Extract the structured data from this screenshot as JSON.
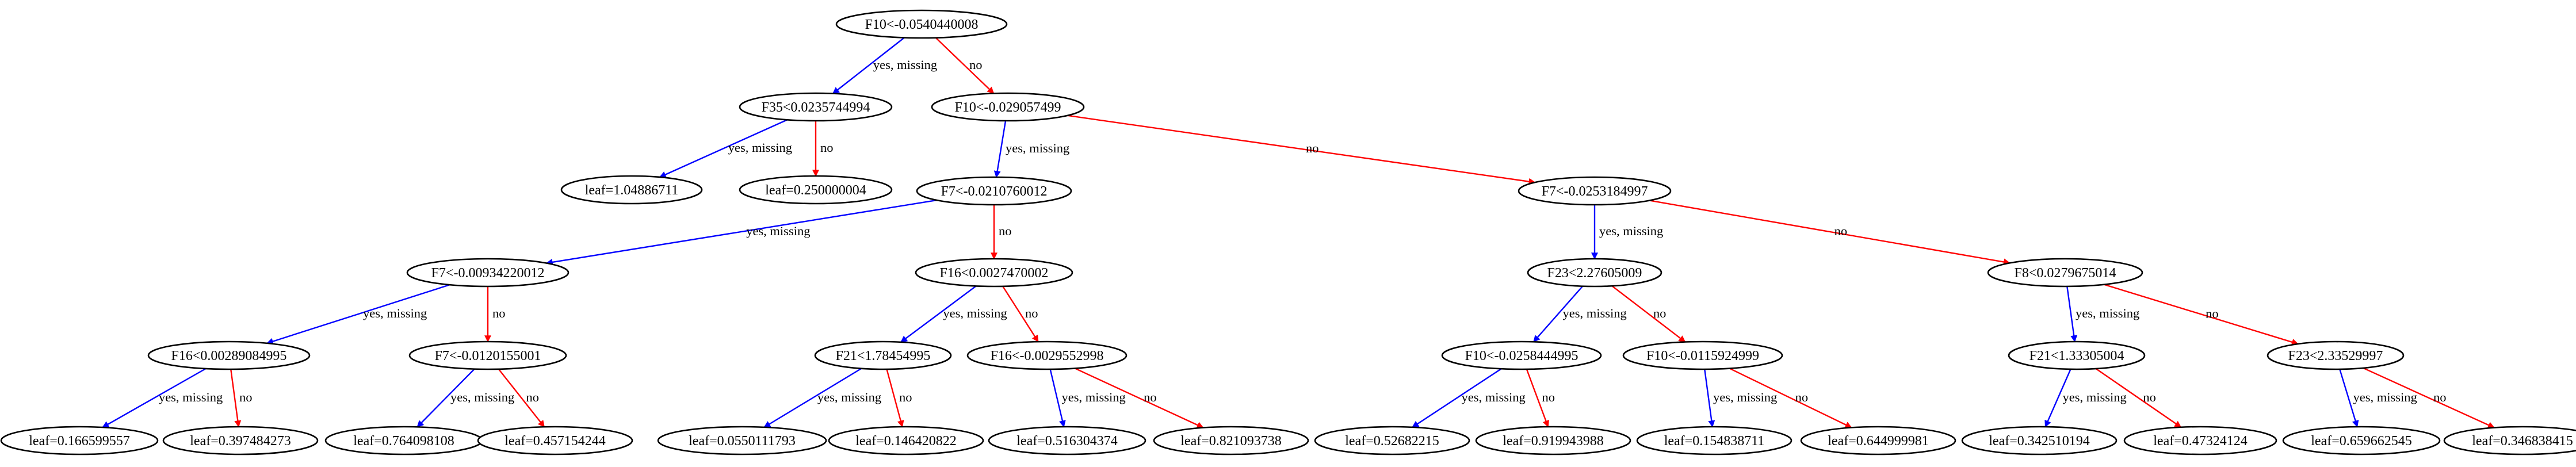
{
  "colors": {
    "yes_missing": "#0000ff",
    "no": "#ff0000",
    "node_outline": "#000000",
    "background": "#ffffff"
  },
  "edge_labels": {
    "yes_missing": "yes, missing",
    "no": "no"
  },
  "nodes": [
    {
      "id": "n0",
      "label": "F10<-0.0540440008"
    },
    {
      "id": "n1",
      "label": "F35<0.0235744994"
    },
    {
      "id": "n2",
      "label": "F10<-0.029057499"
    },
    {
      "id": "n3",
      "label": "leaf=1.04886711"
    },
    {
      "id": "n4",
      "label": "leaf=0.250000004"
    },
    {
      "id": "n5",
      "label": "F7<-0.0210760012"
    },
    {
      "id": "n6",
      "label": "F7<-0.0253184997"
    },
    {
      "id": "n7",
      "label": "F7<-0.00934220012"
    },
    {
      "id": "n8",
      "label": "F16<0.0027470002"
    },
    {
      "id": "n9",
      "label": "F23<2.27605009"
    },
    {
      "id": "n10",
      "label": "F8<0.0279675014"
    },
    {
      "id": "n11",
      "label": "F16<0.00289084995"
    },
    {
      "id": "n12",
      "label": "F7<-0.0120155001"
    },
    {
      "id": "n13",
      "label": "F21<1.78454995"
    },
    {
      "id": "n14",
      "label": "F16<-0.0029552998"
    },
    {
      "id": "n15",
      "label": "F10<-0.0258444995"
    },
    {
      "id": "n16",
      "label": "F10<-0.0115924999"
    },
    {
      "id": "n17",
      "label": "F21<1.33305004"
    },
    {
      "id": "n18",
      "label": "F23<2.33529997"
    },
    {
      "id": "n19",
      "label": "leaf=0.166599557"
    },
    {
      "id": "n20",
      "label": "leaf=0.397484273"
    },
    {
      "id": "n21",
      "label": "leaf=0.764098108"
    },
    {
      "id": "n22",
      "label": "leaf=0.457154244"
    },
    {
      "id": "n23",
      "label": "leaf=0.0550111793"
    },
    {
      "id": "n24",
      "label": "leaf=0.146420822"
    },
    {
      "id": "n25",
      "label": "leaf=0.516304374"
    },
    {
      "id": "n26",
      "label": "leaf=0.821093738"
    },
    {
      "id": "n27",
      "label": "leaf=0.52682215"
    },
    {
      "id": "n28",
      "label": "leaf=0.919943988"
    },
    {
      "id": "n29",
      "label": "leaf=0.154838711"
    },
    {
      "id": "n30",
      "label": "leaf=0.644999981"
    },
    {
      "id": "n31",
      "label": "leaf=0.342510194"
    },
    {
      "id": "n32",
      "label": "leaf=0.47324124"
    },
    {
      "id": "n33",
      "label": "leaf=0.659662545"
    },
    {
      "id": "n34",
      "label": "leaf=0.346838415"
    }
  ],
  "edges": [
    {
      "from": "n0",
      "to": "n1",
      "type": "yes_missing"
    },
    {
      "from": "n0",
      "to": "n2",
      "type": "no"
    },
    {
      "from": "n1",
      "to": "n3",
      "type": "yes_missing"
    },
    {
      "from": "n1",
      "to": "n4",
      "type": "no"
    },
    {
      "from": "n2",
      "to": "n5",
      "type": "yes_missing"
    },
    {
      "from": "n2",
      "to": "n6",
      "type": "no"
    },
    {
      "from": "n5",
      "to": "n7",
      "type": "yes_missing"
    },
    {
      "from": "n5",
      "to": "n8",
      "type": "no"
    },
    {
      "from": "n6",
      "to": "n9",
      "type": "yes_missing"
    },
    {
      "from": "n6",
      "to": "n10",
      "type": "no"
    },
    {
      "from": "n7",
      "to": "n11",
      "type": "yes_missing"
    },
    {
      "from": "n7",
      "to": "n12",
      "type": "no"
    },
    {
      "from": "n8",
      "to": "n13",
      "type": "yes_missing"
    },
    {
      "from": "n8",
      "to": "n14",
      "type": "no"
    },
    {
      "from": "n9",
      "to": "n15",
      "type": "yes_missing"
    },
    {
      "from": "n9",
      "to": "n16",
      "type": "no"
    },
    {
      "from": "n10",
      "to": "n17",
      "type": "yes_missing"
    },
    {
      "from": "n10",
      "to": "n18",
      "type": "no"
    },
    {
      "from": "n11",
      "to": "n19",
      "type": "yes_missing"
    },
    {
      "from": "n11",
      "to": "n20",
      "type": "no"
    },
    {
      "from": "n12",
      "to": "n21",
      "type": "yes_missing"
    },
    {
      "from": "n12",
      "to": "n22",
      "type": "no"
    },
    {
      "from": "n13",
      "to": "n23",
      "type": "yes_missing"
    },
    {
      "from": "n13",
      "to": "n24",
      "type": "no"
    },
    {
      "from": "n14",
      "to": "n25",
      "type": "yes_missing"
    },
    {
      "from": "n14",
      "to": "n26",
      "type": "no"
    },
    {
      "from": "n15",
      "to": "n27",
      "type": "yes_missing"
    },
    {
      "from": "n15",
      "to": "n28",
      "type": "no"
    },
    {
      "from": "n16",
      "to": "n29",
      "type": "yes_missing"
    },
    {
      "from": "n16",
      "to": "n30",
      "type": "no"
    },
    {
      "from": "n17",
      "to": "n31",
      "type": "yes_missing"
    },
    {
      "from": "n17",
      "to": "n32",
      "type": "no"
    },
    {
      "from": "n18",
      "to": "n33",
      "type": "yes_missing"
    },
    {
      "from": "n18",
      "to": "n34",
      "type": "no"
    }
  ]
}
